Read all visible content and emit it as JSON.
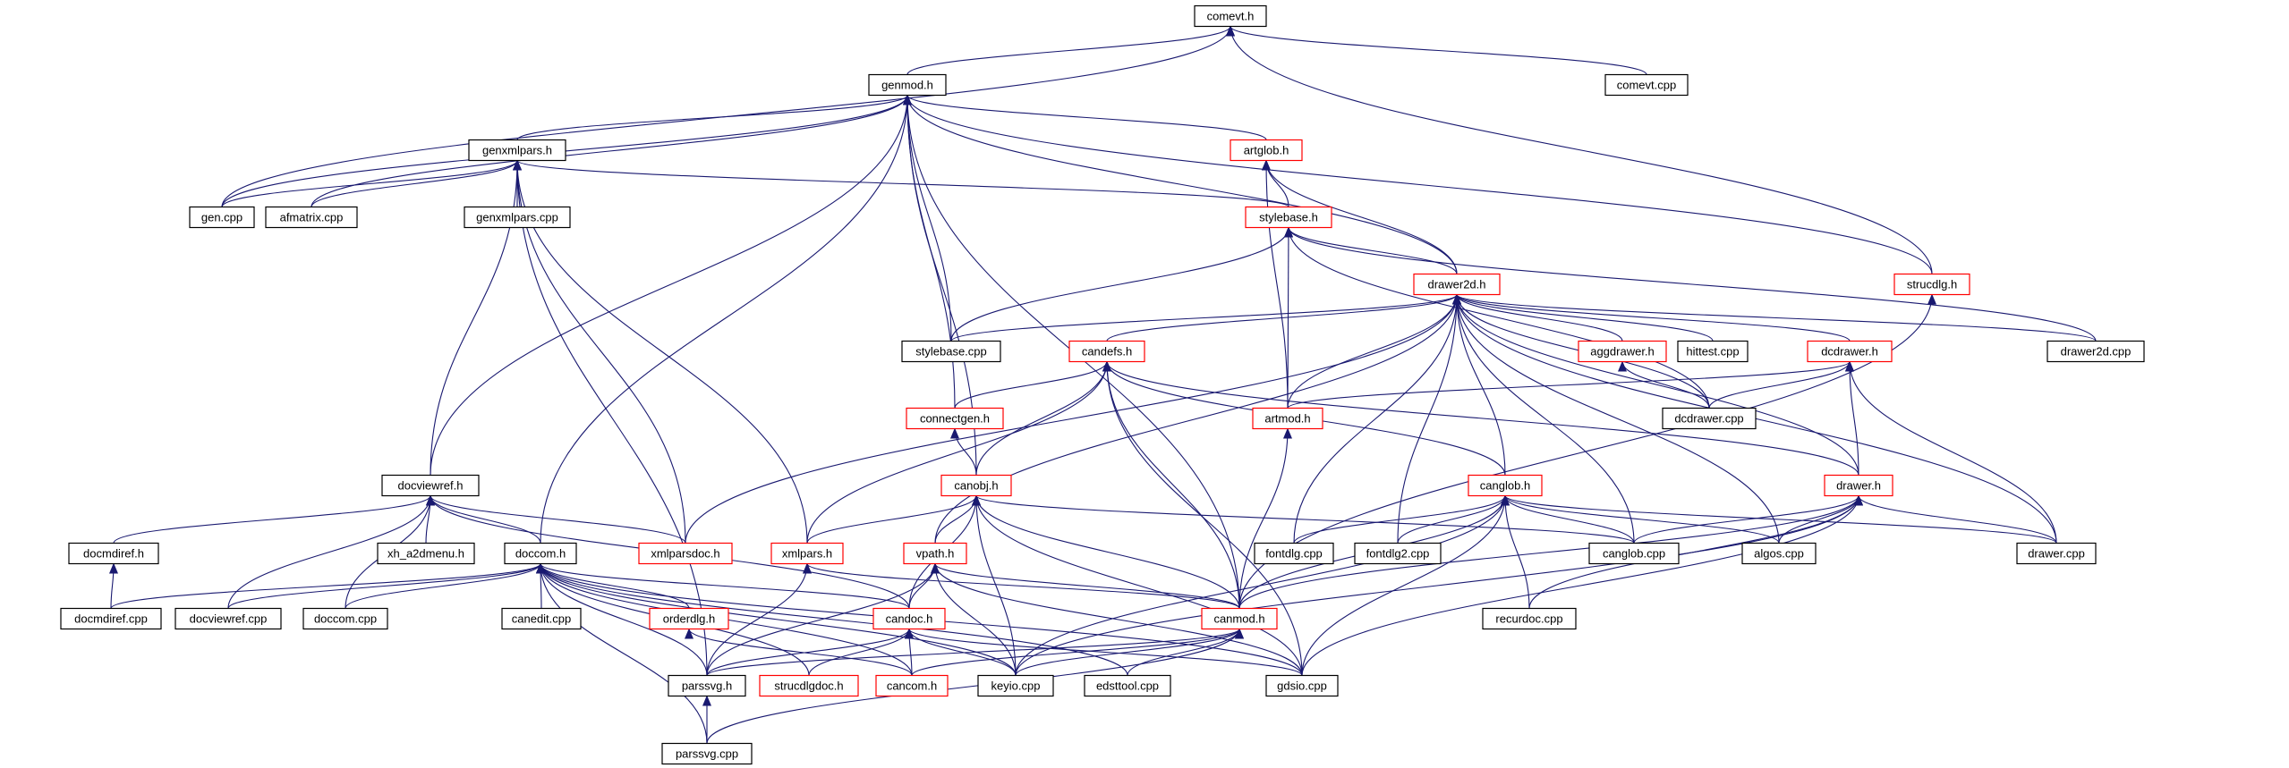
{
  "colors": {
    "edge": "#191970",
    "border_normal": "#000000",
    "border_truncated": "#ff0000",
    "fill_root": "#bfbfbf",
    "fill_normal": "#ffffff"
  },
  "nodes": [
    {
      "id": "comevt_h",
      "label": "comevt.h",
      "style": "root"
    },
    {
      "id": "genmod_h",
      "label": "genmod.h",
      "style": "normal"
    },
    {
      "id": "comevt_cpp",
      "label": "comevt.cpp",
      "style": "normal"
    },
    {
      "id": "genxmlpars_h",
      "label": "genxmlpars.h",
      "style": "normal"
    },
    {
      "id": "artglob_h",
      "label": "artglob.h",
      "style": "truncated"
    },
    {
      "id": "gen_cpp",
      "label": "gen.cpp",
      "style": "normal"
    },
    {
      "id": "afmatrix_cpp",
      "label": "afmatrix.cpp",
      "style": "normal"
    },
    {
      "id": "genxmlpars_cpp",
      "label": "genxmlpars.cpp",
      "style": "normal"
    },
    {
      "id": "stylebase_h",
      "label": "stylebase.h",
      "style": "truncated"
    },
    {
      "id": "strucdlg_h",
      "label": "strucdlg.h",
      "style": "truncated"
    },
    {
      "id": "drawer2d_h",
      "label": "drawer2d.h",
      "style": "truncated"
    },
    {
      "id": "stylebase_cpp",
      "label": "stylebase.cpp",
      "style": "normal"
    },
    {
      "id": "candefs_h",
      "label": "candefs.h",
      "style": "truncated"
    },
    {
      "id": "aggdrawer_h",
      "label": "aggdrawer.h",
      "style": "truncated"
    },
    {
      "id": "hittest_cpp",
      "label": "hittest.cpp",
      "style": "normal"
    },
    {
      "id": "dcdrawer_h",
      "label": "dcdrawer.h",
      "style": "truncated"
    },
    {
      "id": "drawer2d_cpp",
      "label": "drawer2d.cpp",
      "style": "normal"
    },
    {
      "id": "connectgen_h",
      "label": "connectgen.h",
      "style": "truncated"
    },
    {
      "id": "artmod_h",
      "label": "artmod.h",
      "style": "truncated"
    },
    {
      "id": "dcdrawer_cpp",
      "label": "dcdrawer.cpp",
      "style": "normal"
    },
    {
      "id": "docviewref_h",
      "label": "docviewref.h",
      "style": "normal"
    },
    {
      "id": "canobj_h",
      "label": "canobj.h",
      "style": "truncated"
    },
    {
      "id": "canglob_h",
      "label": "canglob.h",
      "style": "truncated"
    },
    {
      "id": "drawer_h",
      "label": "drawer.h",
      "style": "truncated"
    },
    {
      "id": "docmdiref_h",
      "label": "docmdiref.h",
      "style": "normal"
    },
    {
      "id": "xh_a2dmenu_h",
      "label": "xh_a2dmenu.h",
      "style": "normal"
    },
    {
      "id": "doccom_h",
      "label": "doccom.h",
      "style": "normal"
    },
    {
      "id": "xmlparsdoc_h",
      "label": "xmlparsdoc.h",
      "style": "truncated"
    },
    {
      "id": "xmlpars_h",
      "label": "xmlpars.h",
      "style": "truncated"
    },
    {
      "id": "vpath_h",
      "label": "vpath.h",
      "style": "truncated"
    },
    {
      "id": "fontdlg_cpp",
      "label": "fontdlg.cpp",
      "style": "normal"
    },
    {
      "id": "fontdlg2_cpp",
      "label": "fontdlg2.cpp",
      "style": "normal"
    },
    {
      "id": "canglob_cpp",
      "label": "canglob.cpp",
      "style": "normal"
    },
    {
      "id": "algos_cpp",
      "label": "algos.cpp",
      "style": "normal"
    },
    {
      "id": "drawer_cpp",
      "label": "drawer.cpp",
      "style": "normal"
    },
    {
      "id": "docmdiref_cpp",
      "label": "docmdiref.cpp",
      "style": "normal"
    },
    {
      "id": "docviewref_cpp",
      "label": "docviewref.cpp",
      "style": "normal"
    },
    {
      "id": "doccom_cpp",
      "label": "doccom.cpp",
      "style": "normal"
    },
    {
      "id": "canedit_cpp",
      "label": "canedit.cpp",
      "style": "normal"
    },
    {
      "id": "orderdlg_h",
      "label": "orderdlg.h",
      "style": "truncated"
    },
    {
      "id": "candoc_h",
      "label": "candoc.h",
      "style": "truncated"
    },
    {
      "id": "canmod_h",
      "label": "canmod.h",
      "style": "truncated"
    },
    {
      "id": "recurdoc_cpp",
      "label": "recurdoc.cpp",
      "style": "normal"
    },
    {
      "id": "parssvg_h",
      "label": "parssvg.h",
      "style": "normal"
    },
    {
      "id": "strucdlgdoc_h",
      "label": "strucdlgdoc.h",
      "style": "truncated"
    },
    {
      "id": "cancom_h",
      "label": "cancom.h",
      "style": "truncated"
    },
    {
      "id": "keyio_cpp",
      "label": "keyio.cpp",
      "style": "normal"
    },
    {
      "id": "edsttool_cpp",
      "label": "edsttool.cpp",
      "style": "normal"
    },
    {
      "id": "gdsio_cpp",
      "label": "gdsio.cpp",
      "style": "normal"
    },
    {
      "id": "parssvg_cpp",
      "label": "parssvg.cpp",
      "style": "normal"
    }
  ],
  "edges": [
    {
      "from": "genmod_h",
      "to": "comevt_h"
    },
    {
      "from": "comevt_cpp",
      "to": "comevt_h"
    },
    {
      "from": "gen_cpp",
      "to": "comevt_h"
    },
    {
      "from": "strucdlg_h",
      "to": "comevt_h"
    },
    {
      "from": "genxmlpars_h",
      "to": "genmod_h"
    },
    {
      "from": "artglob_h",
      "to": "genmod_h"
    },
    {
      "from": "gen_cpp",
      "to": "genmod_h"
    },
    {
      "from": "afmatrix_cpp",
      "to": "genmod_h"
    },
    {
      "from": "stylebase_cpp",
      "to": "genmod_h"
    },
    {
      "from": "strucdlg_h",
      "to": "genmod_h"
    },
    {
      "from": "drawer2d_h",
      "to": "genmod_h"
    },
    {
      "from": "connectgen_h",
      "to": "genmod_h"
    },
    {
      "from": "docviewref_h",
      "to": "genmod_h"
    },
    {
      "from": "canobj_h",
      "to": "genmod_h"
    },
    {
      "from": "doccom_h",
      "to": "genmod_h"
    },
    {
      "from": "canmod_h",
      "to": "genmod_h"
    },
    {
      "from": "gen_cpp",
      "to": "genxmlpars_h"
    },
    {
      "from": "afmatrix_cpp",
      "to": "genxmlpars_h"
    },
    {
      "from": "genxmlpars_cpp",
      "to": "genxmlpars_h"
    },
    {
      "from": "stylebase_h",
      "to": "genxmlpars_h"
    },
    {
      "from": "docviewref_h",
      "to": "genxmlpars_h"
    },
    {
      "from": "xmlparsdoc_h",
      "to": "genxmlpars_h"
    },
    {
      "from": "xmlpars_h",
      "to": "genxmlpars_h"
    },
    {
      "from": "parssvg_h",
      "to": "genxmlpars_h"
    },
    {
      "from": "stylebase_h",
      "to": "artglob_h"
    },
    {
      "from": "drawer2d_h",
      "to": "artglob_h"
    },
    {
      "from": "artmod_h",
      "to": "artglob_h"
    },
    {
      "from": "drawer2d_h",
      "to": "stylebase_h"
    },
    {
      "from": "stylebase_cpp",
      "to": "stylebase_h"
    },
    {
      "from": "artmod_h",
      "to": "stylebase_h"
    },
    {
      "from": "dcdrawer_cpp",
      "to": "stylebase_h"
    },
    {
      "from": "drawer2d_cpp",
      "to": "stylebase_h"
    },
    {
      "from": "candefs_h",
      "to": "drawer2d_h"
    },
    {
      "from": "aggdrawer_h",
      "to": "drawer2d_h"
    },
    {
      "from": "hittest_cpp",
      "to": "drawer2d_h"
    },
    {
      "from": "dcdrawer_h",
      "to": "drawer2d_h"
    },
    {
      "from": "drawer2d_cpp",
      "to": "drawer2d_h"
    },
    {
      "from": "stylebase_cpp",
      "to": "drawer2d_h"
    },
    {
      "from": "artmod_h",
      "to": "drawer2d_h"
    },
    {
      "from": "canglob_h",
      "to": "drawer2d_h"
    },
    {
      "from": "drawer_h",
      "to": "drawer2d_h"
    },
    {
      "from": "fontdlg_cpp",
      "to": "drawer2d_h"
    },
    {
      "from": "fontdlg2_cpp",
      "to": "drawer2d_h"
    },
    {
      "from": "canglob_cpp",
      "to": "drawer2d_h"
    },
    {
      "from": "algos_cpp",
      "to": "drawer2d_h"
    },
    {
      "from": "drawer_cpp",
      "to": "drawer2d_h"
    },
    {
      "from": "xmlparsdoc_h",
      "to": "drawer2d_h"
    },
    {
      "from": "vpath_h",
      "to": "drawer2d_h"
    },
    {
      "from": "dcdrawer_cpp",
      "to": "drawer2d_h"
    },
    {
      "from": "canmod_h",
      "to": "strucdlg_h"
    },
    {
      "from": "connectgen_h",
      "to": "candefs_h"
    },
    {
      "from": "canobj_h",
      "to": "candefs_h"
    },
    {
      "from": "canglob_h",
      "to": "candefs_h"
    },
    {
      "from": "drawer_h",
      "to": "candefs_h"
    },
    {
      "from": "canmod_h",
      "to": "candefs_h"
    },
    {
      "from": "xmlpars_h",
      "to": "candefs_h"
    },
    {
      "from": "gdsio_cpp",
      "to": "candefs_h"
    },
    {
      "from": "dcdrawer_cpp",
      "to": "aggdrawer_h"
    },
    {
      "from": "artmod_h",
      "to": "dcdrawer_h"
    },
    {
      "from": "dcdrawer_cpp",
      "to": "dcdrawer_h"
    },
    {
      "from": "drawer_h",
      "to": "dcdrawer_h"
    },
    {
      "from": "drawer_cpp",
      "to": "dcdrawer_h"
    },
    {
      "from": "canobj_h",
      "to": "connectgen_h"
    },
    {
      "from": "canmod_h",
      "to": "artmod_h"
    },
    {
      "from": "docmdiref_h",
      "to": "docviewref_h"
    },
    {
      "from": "xh_a2dmenu_h",
      "to": "docviewref_h"
    },
    {
      "from": "doccom_h",
      "to": "docviewref_h"
    },
    {
      "from": "xmlparsdoc_h",
      "to": "docviewref_h"
    },
    {
      "from": "docviewref_cpp",
      "to": "docviewref_h"
    },
    {
      "from": "doccom_cpp",
      "to": "docviewref_h"
    },
    {
      "from": "candoc_h",
      "to": "docviewref_h"
    },
    {
      "from": "xmlpars_h",
      "to": "canobj_h"
    },
    {
      "from": "vpath_h",
      "to": "canobj_h"
    },
    {
      "from": "candoc_h",
      "to": "canobj_h"
    },
    {
      "from": "canmod_h",
      "to": "canobj_h"
    },
    {
      "from": "keyio_cpp",
      "to": "canobj_h"
    },
    {
      "from": "gdsio_cpp",
      "to": "canobj_h"
    },
    {
      "from": "canglob_cpp",
      "to": "canobj_h"
    },
    {
      "from": "fontdlg_cpp",
      "to": "canglob_h"
    },
    {
      "from": "fontdlg2_cpp",
      "to": "canglob_h"
    },
    {
      "from": "canglob_cpp",
      "to": "canglob_h"
    },
    {
      "from": "algos_cpp",
      "to": "canglob_h"
    },
    {
      "from": "drawer_cpp",
      "to": "canglob_h"
    },
    {
      "from": "canmod_h",
      "to": "canglob_h"
    },
    {
      "from": "recurdoc_cpp",
      "to": "canglob_h"
    },
    {
      "from": "gdsio_cpp",
      "to": "canglob_h"
    },
    {
      "from": "keyio_cpp",
      "to": "canglob_h"
    },
    {
      "from": "canglob_cpp",
      "to": "drawer_h"
    },
    {
      "from": "algos_cpp",
      "to": "drawer_h"
    },
    {
      "from": "drawer_cpp",
      "to": "drawer_h"
    },
    {
      "from": "canmod_h",
      "to": "drawer_h"
    },
    {
      "from": "recurdoc_cpp",
      "to": "drawer_h"
    },
    {
      "from": "gdsio_cpp",
      "to": "drawer_h"
    },
    {
      "from": "keyio_cpp",
      "to": "drawer_h"
    },
    {
      "from": "docmdiref_cpp",
      "to": "docmdiref_h"
    },
    {
      "from": "docmdiref_cpp",
      "to": "doccom_h"
    },
    {
      "from": "docviewref_cpp",
      "to": "doccom_h"
    },
    {
      "from": "doccom_cpp",
      "to": "doccom_h"
    },
    {
      "from": "canedit_cpp",
      "to": "doccom_h"
    },
    {
      "from": "orderdlg_h",
      "to": "doccom_h"
    },
    {
      "from": "candoc_h",
      "to": "doccom_h"
    },
    {
      "from": "parssvg_h",
      "to": "doccom_h"
    },
    {
      "from": "strucdlgdoc_h",
      "to": "doccom_h"
    },
    {
      "from": "cancom_h",
      "to": "doccom_h"
    },
    {
      "from": "keyio_cpp",
      "to": "doccom_h"
    },
    {
      "from": "edsttool_cpp",
      "to": "doccom_h"
    },
    {
      "from": "gdsio_cpp",
      "to": "doccom_h"
    },
    {
      "from": "parssvg_cpp",
      "to": "doccom_h"
    },
    {
      "from": "parssvg_h",
      "to": "xmlpars_h"
    },
    {
      "from": "canmod_h",
      "to": "xmlpars_h"
    },
    {
      "from": "candoc_h",
      "to": "vpath_h"
    },
    {
      "from": "parssvg_h",
      "to": "vpath_h"
    },
    {
      "from": "keyio_cpp",
      "to": "vpath_h"
    },
    {
      "from": "gdsio_cpp",
      "to": "vpath_h"
    },
    {
      "from": "canmod_h",
      "to": "vpath_h"
    },
    {
      "from": "cancom_h",
      "to": "orderdlg_h"
    },
    {
      "from": "parssvg_h",
      "to": "candoc_h"
    },
    {
      "from": "strucdlgdoc_h",
      "to": "candoc_h"
    },
    {
      "from": "cancom_h",
      "to": "candoc_h"
    },
    {
      "from": "keyio_cpp",
      "to": "candoc_h"
    },
    {
      "from": "gdsio_cpp",
      "to": "candoc_h"
    },
    {
      "from": "parssvg_h",
      "to": "canmod_h"
    },
    {
      "from": "cancom_h",
      "to": "canmod_h"
    },
    {
      "from": "keyio_cpp",
      "to": "canmod_h"
    },
    {
      "from": "edsttool_cpp",
      "to": "canmod_h"
    },
    {
      "from": "parssvg_cpp",
      "to": "canmod_h"
    },
    {
      "from": "parssvg_cpp",
      "to": "parssvg_h"
    }
  ]
}
